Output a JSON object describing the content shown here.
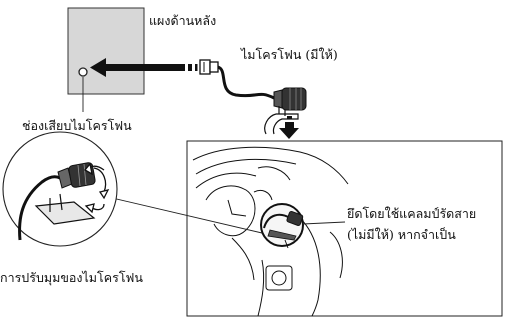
{
  "labels": {
    "rear_panel": "แผงด้านหลัง",
    "microphone": "ไมโครโฟน (มีให้)",
    "mic_jack": "ช่องเสียบไมโครโฟน",
    "secure_clamp_line1": "ยึดโดยใช้แคลมป์รัดสาย",
    "secure_clamp_line2": "(ไม่มีให้) หากจำเป็น",
    "adjust_angle": "การปรับมุมของไมโครโฟน"
  }
}
